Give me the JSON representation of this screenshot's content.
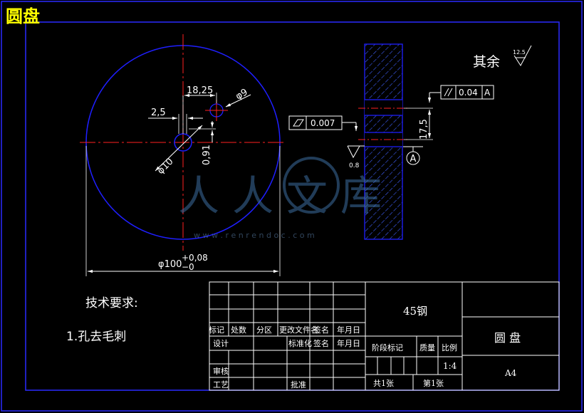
{
  "title": "圆盘",
  "dims": {
    "d100": "φ100",
    "tol_upper": "+0,08",
    "tol_lower": "−0",
    "d1825": "18,25",
    "d25": "2,5",
    "d9": "φ9",
    "d10": "φ10",
    "d091": "0,91",
    "d175": "17,5"
  },
  "roughness": {
    "qiyu": "其余",
    "global_value": "12.5",
    "hole_value": "0.8"
  },
  "tolerances": {
    "flatness_value": "0.007",
    "parallel_value": "0.04",
    "parallel_datum": "A",
    "datum_label": "A"
  },
  "watermark": {
    "chars": "人人文库",
    "url": "w w w . r e n r e n d o c . c o m"
  },
  "tech": {
    "heading": "技术要求:",
    "item1": "1.孔去毛刺"
  },
  "titleblock": {
    "material": "45钢",
    "part_name": "圆  盘",
    "scale": "1:4",
    "paper": "A4",
    "row_labels": [
      "标记",
      "处数",
      "分区",
      "更改文件名",
      "签名",
      "年月日"
    ],
    "design": "设计",
    "standardize": "标准化",
    "sign": "签名",
    "date": "年月日",
    "review": "审核",
    "process": "工艺",
    "approve": "批准",
    "stage": "阶段标记",
    "weight": "质量",
    "ratio": "比例",
    "total": "共1张",
    "sheet": "第1张"
  }
}
